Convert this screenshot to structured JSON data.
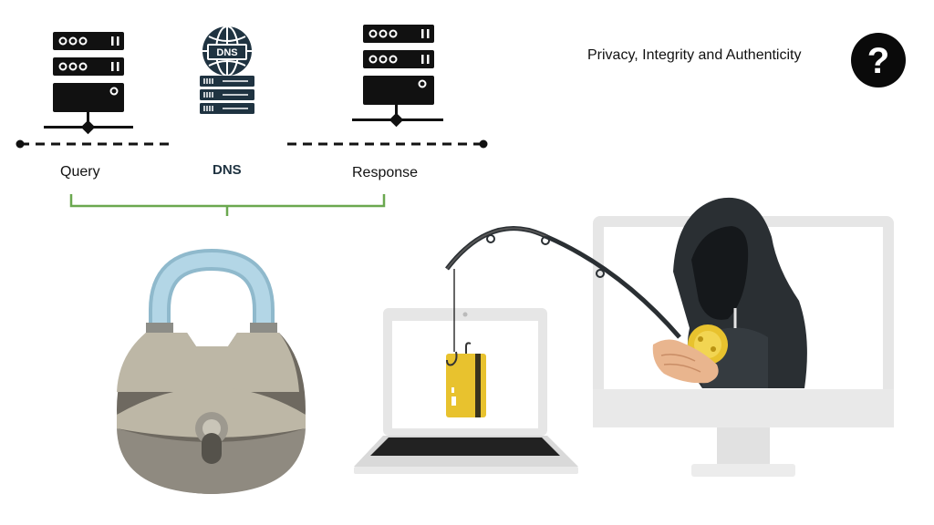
{
  "labels": {
    "query": "Query",
    "dns_center": "DNS",
    "response": "Response",
    "dns_badge": "DNS"
  },
  "topic": "Privacy, Integrity and Authenticity",
  "help_icon_glyph": "?",
  "icons": {
    "query_server": "server-rack-icon",
    "dns_server": "dns-server-icon",
    "response_server": "server-rack-icon",
    "help": "question-mark-icon",
    "padlock": "padlock-icon",
    "laptop": "laptop-icon",
    "credit_card": "credit-card-icon",
    "monitor": "desktop-monitor-icon",
    "hacker": "hooded-hacker-icon"
  },
  "colors": {
    "server": "#111111",
    "dns_server": "#1f3341",
    "bracket": "#6aa84f",
    "lock_body": "#b7b19f",
    "lock_shackle": "#a9cfe0",
    "card": "#e8c22e",
    "hacker": "#2a2f33"
  }
}
